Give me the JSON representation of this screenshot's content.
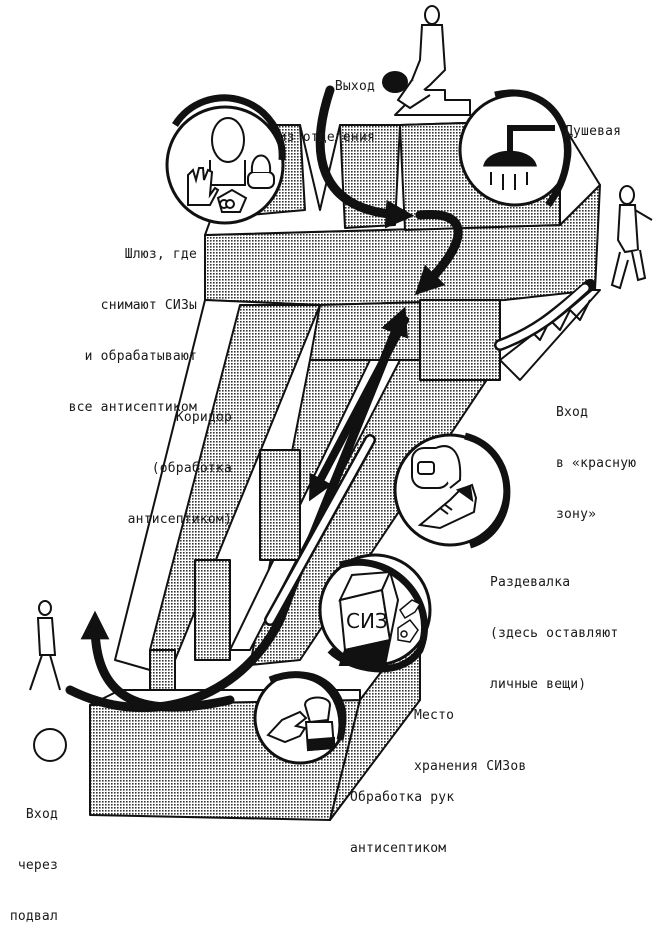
{
  "diagram": {
    "title": "Путь через «красную зону» отделения",
    "colors": {
      "ink": "#111111",
      "paper": "#ffffff",
      "wall_fill": "#9a9a9a"
    },
    "labels": {
      "exit": [
        "Выход",
        "из отделения"
      ],
      "shower": [
        "Душевая"
      ],
      "airlock": [
        "Шлюз, где",
        "снимают СИЗы",
        "и обрабатывают",
        "все антисептиком"
      ],
      "entrance_red": [
        "Вход",
        "в «красную",
        "зону»"
      ],
      "corridor": [
        "Коридор",
        "(обработка",
        "антисептиком)"
      ],
      "locker": [
        "Раздевалка",
        "(здесь оставляют",
        "личные вещи)"
      ],
      "ppe_storage": [
        "Место",
        "хранения СИЗов"
      ],
      "hand_sanitize": [
        "Обработка рук",
        "антисептиком"
      ],
      "basement_entry": [
        "Вход",
        "через",
        "подвал"
      ]
    },
    "icons": {
      "airlock": [
        "face-shield-icon",
        "glove-icon",
        "goggles-icon",
        "respirator-icon"
      ],
      "shower": [
        "shower-head-icon"
      ],
      "locker": [
        "backpack-icon",
        "sneaker-icon"
      ],
      "ppe_storage": [
        "box-icon",
        "glove-icon",
        "respirator-icon"
      ],
      "hand_sanitize": [
        "hands-icon",
        "sanitizer-bottle-icon"
      ]
    },
    "box_label": "СИЗ"
  }
}
